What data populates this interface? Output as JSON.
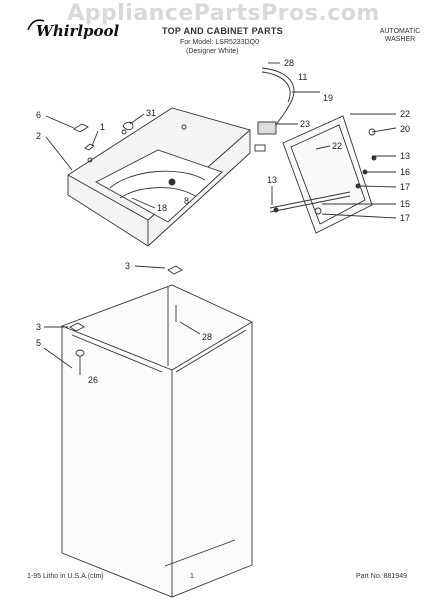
{
  "watermark": "AppliancePartsPros.com",
  "brand": "Whirlpool",
  "header": {
    "title": "TOP AND CABINET PARTS",
    "model_line": "For Model: LSR5233DQ0",
    "color_line": "(Designer White)",
    "product_line1": "AUTOMATIC",
    "product_line2": "WASHER"
  },
  "callouts": {
    "c28a": "28",
    "c11": "11",
    "c19": "19",
    "c22a": "22",
    "c20": "20",
    "c23": "23",
    "c22b": "22",
    "c13a": "13",
    "c16": "16",
    "c17a": "17",
    "c13b": "13",
    "c15": "15",
    "c17b": "17",
    "c6": "6",
    "c1": "1",
    "c31": "31",
    "c2": "2",
    "c18": "18",
    "c8": "8",
    "c3a": "3",
    "c28b": "28",
    "c3b": "3",
    "c5": "5",
    "c26": "26"
  },
  "footer": {
    "left": "1-95 Litho in U.S.A.(ctm)",
    "center": "1",
    "right": "Part No. 881949"
  }
}
